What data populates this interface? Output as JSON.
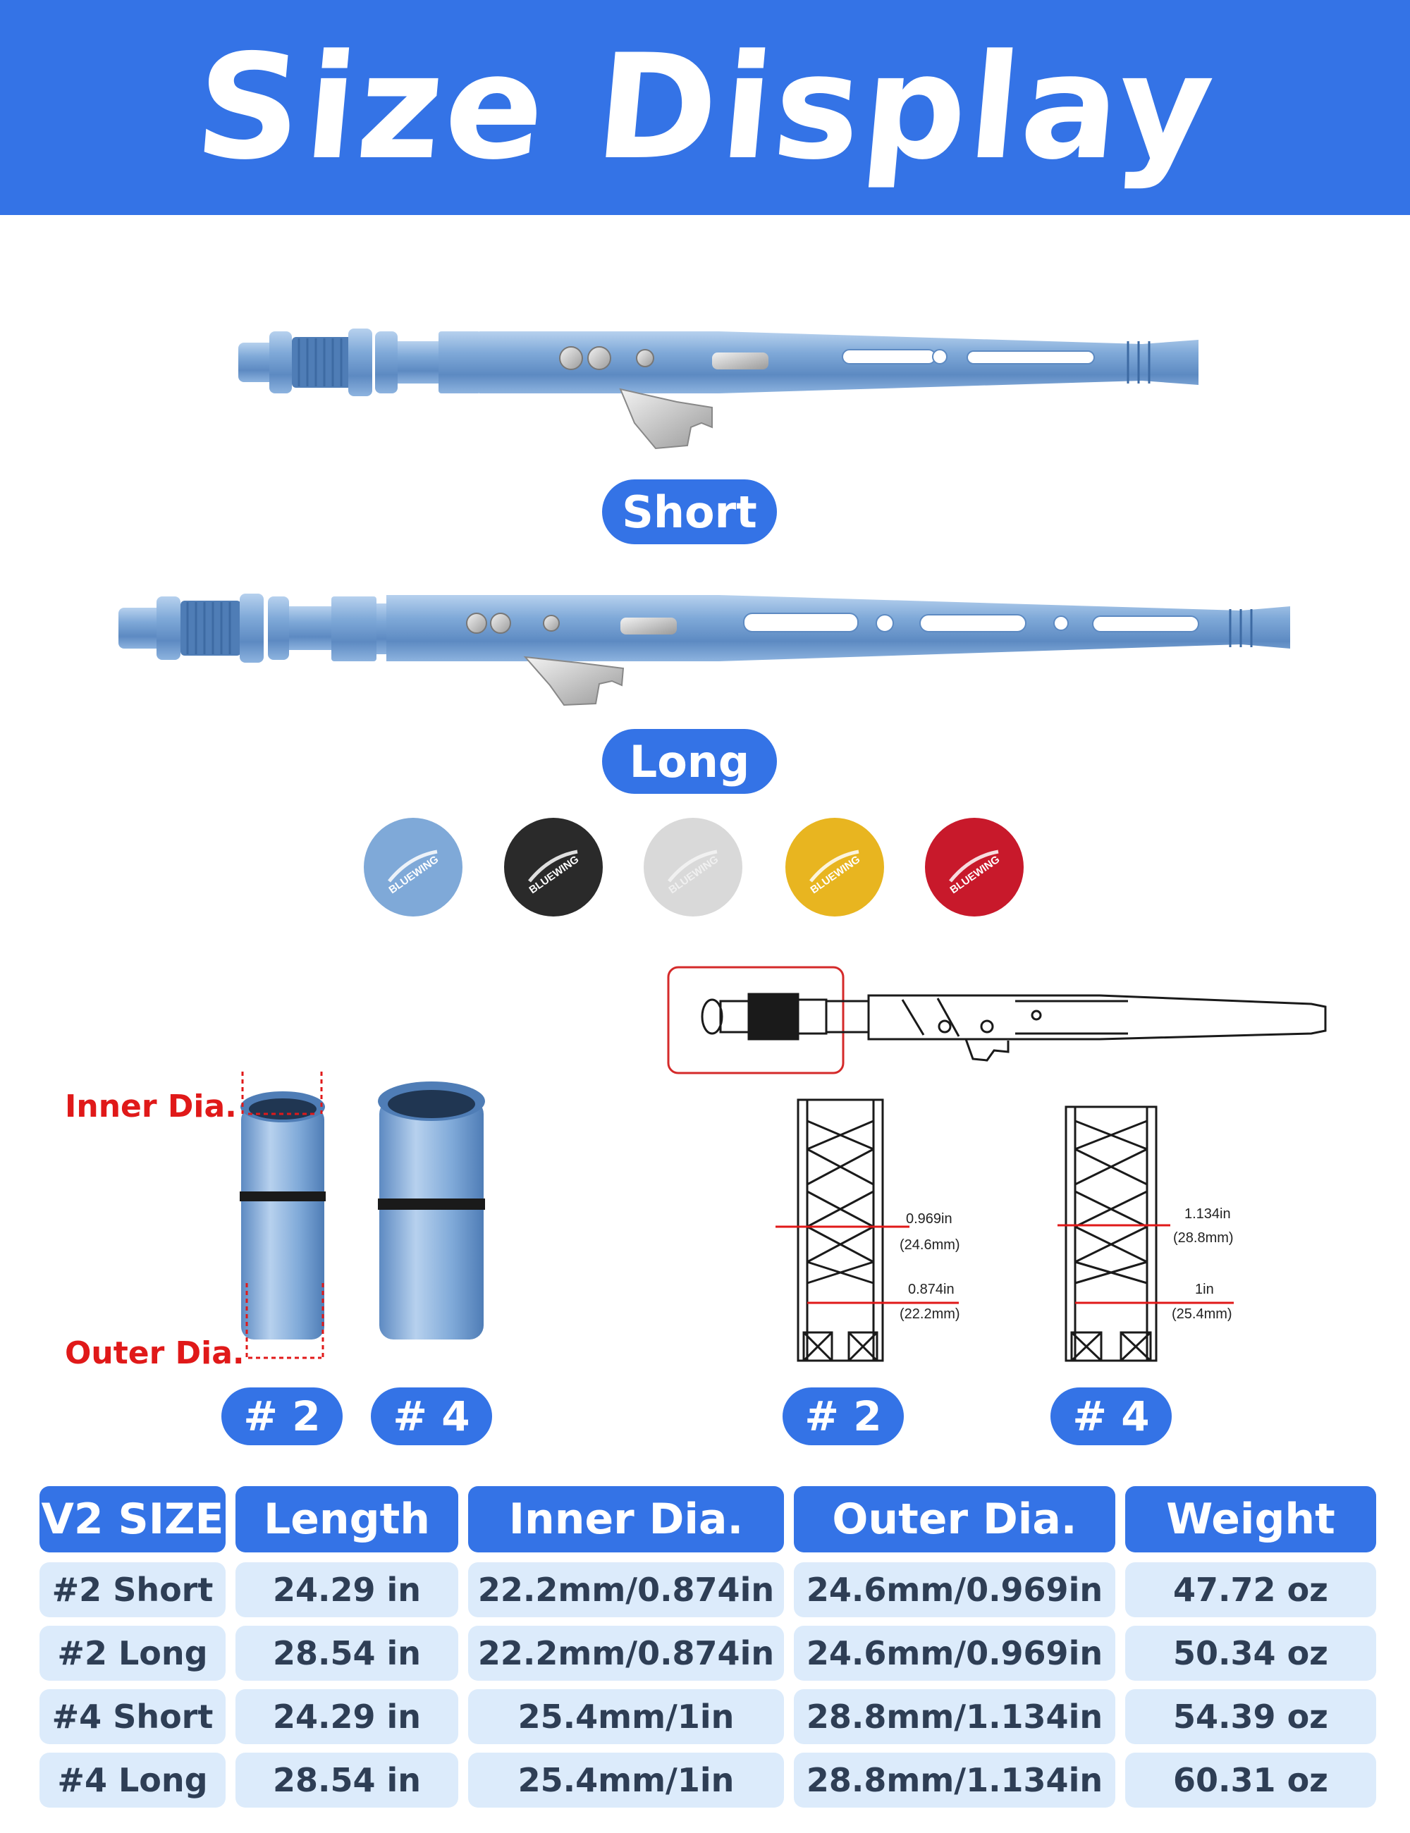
{
  "title": "Size Display",
  "variants": {
    "short_label": "Short",
    "long_label": "Long"
  },
  "color_options": [
    {
      "brand": "BLUEWING",
      "color": "#7fa9d8"
    },
    {
      "brand": "BLUEWING",
      "color": "#2a2a2a"
    },
    {
      "brand": "BLUEWING",
      "color": "#d9d9d9"
    },
    {
      "brand": "BLUEWING",
      "color": "#e8b520"
    },
    {
      "brand": "BLUEWING",
      "color": "#c8192b"
    }
  ],
  "photo_labels": {
    "inner": "Inner Dia.",
    "outer": "Outer Dia."
  },
  "size_tags": {
    "n2": "# 2",
    "n4": "# 4"
  },
  "diagram": {
    "n2_outer": "0.969in",
    "n2_outer_mm": "(24.6mm)",
    "n2_inner": "0.874in",
    "n2_inner_mm": "(22.2mm)",
    "n4_outer": "1.134in",
    "n4_outer_mm": "(28.8mm)",
    "n4_inner": "1in",
    "n4_inner_mm": "(25.4mm)"
  },
  "table": {
    "headers": [
      "V2 SIZE",
      "Length",
      "Inner Dia.",
      "Outer Dia.",
      "Weight"
    ],
    "rows": [
      [
        "#2 Short",
        "24.29 in",
        "22.2mm/0.874in",
        "24.6mm/0.969in",
        "47.72 oz"
      ],
      [
        "#2 Long",
        "28.54 in",
        "22.2mm/0.874in",
        "24.6mm/0.969in",
        "50.34 oz"
      ],
      [
        "#4 Short",
        "24.29 in",
        "25.4mm/1in",
        "28.8mm/1.134in",
        "54.39 oz"
      ],
      [
        "#4 Long",
        "28.54 in",
        "25.4mm/1in",
        "28.8mm/1.134in",
        "60.31 oz"
      ]
    ]
  },
  "colors": {
    "accent": "#3473e6",
    "cell_bg": "#dcebfb",
    "annotation_red": "#e01919",
    "metal_blue": "#7fa9d8"
  }
}
